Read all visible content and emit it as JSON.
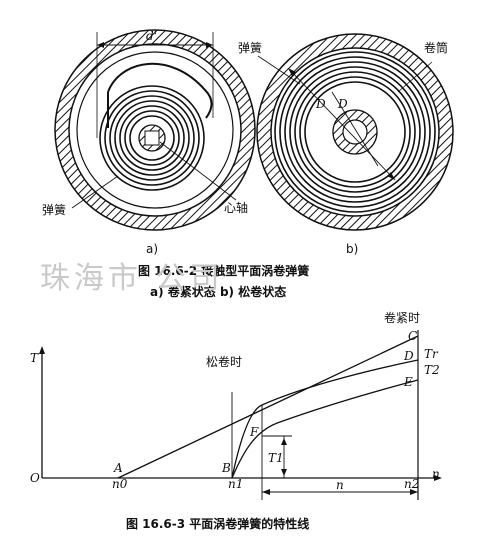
{
  "watermark": "珠海市 公司",
  "fig_top": {
    "left": {
      "dim_label": "d'",
      "spring_label": "弹簧",
      "core_label": "心轴",
      "sublabel": "a)"
    },
    "right": {
      "spring_label": "弹簧",
      "drum_label": "卷筒",
      "d1_label": "D",
      "d2_label": "D",
      "sublabel": "b)"
    },
    "caption": "图 16.6-2   接触型平面涡卷弹簧",
    "subcaption": "a)  卷紧状态   b)  松卷状态"
  },
  "fig_bottom": {
    "y_axis": "T",
    "x_axis": "n",
    "origin": "O",
    "loosen_label": "松卷时",
    "tighten_label": "卷紧时",
    "pt_A": "A",
    "pt_B": "B",
    "pt_C": "C",
    "pt_D": "D",
    "pt_E": "E",
    "pt_F": "F",
    "Tr": "Tr",
    "T2": "T2",
    "T1": "T1",
    "n0": "n0",
    "n1": "n1",
    "n2": "n2",
    "n_span": "n",
    "caption": "图 16.6-3   平面涡卷弹簧的特性线"
  },
  "colors": {
    "ink": "#111111",
    "watermark": "#c9c9c9",
    "paper": "#ffffff"
  }
}
